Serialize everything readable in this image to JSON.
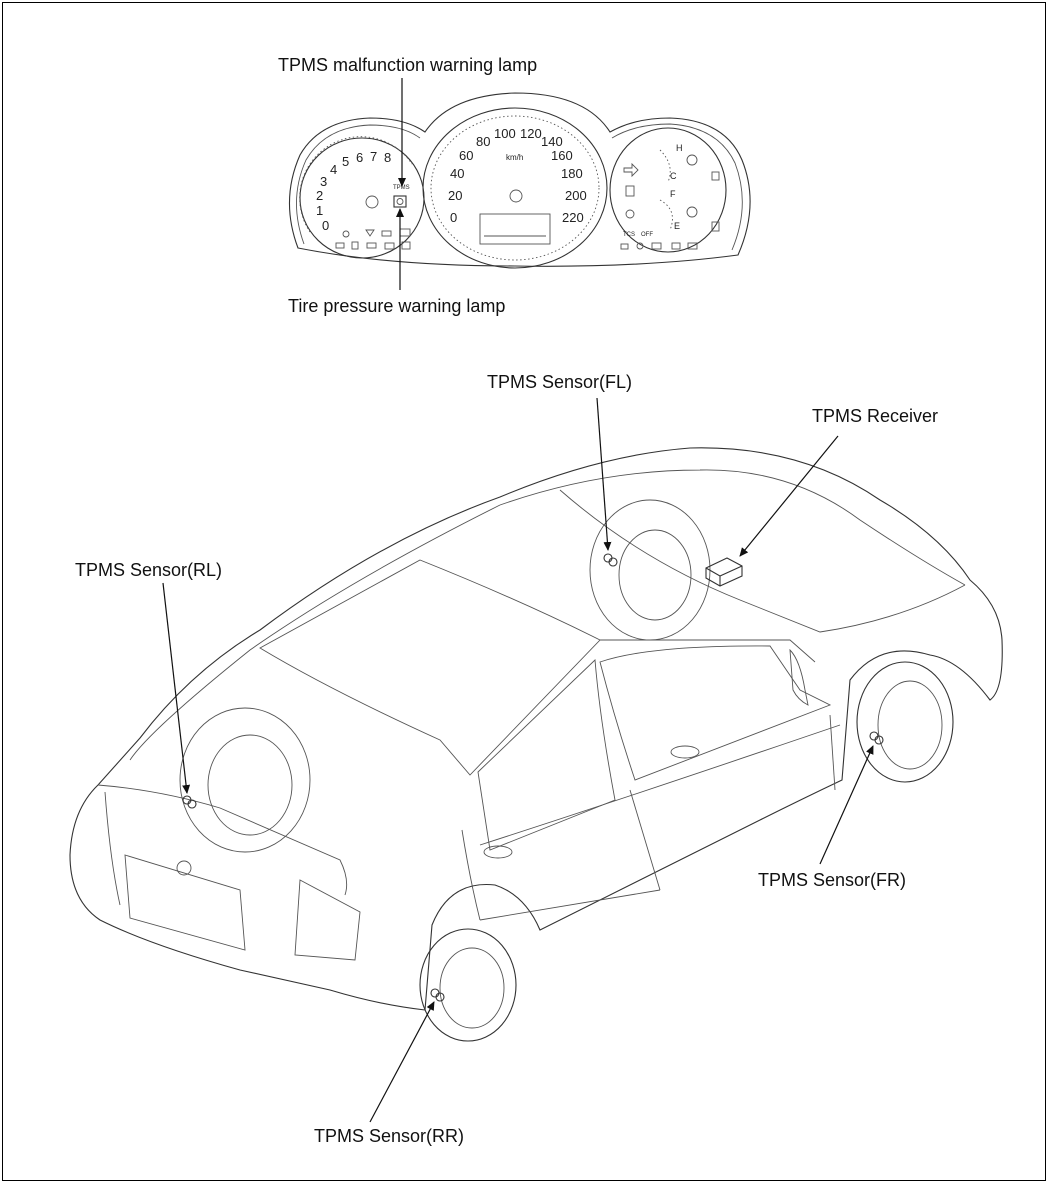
{
  "labels": {
    "malfunction_lamp": "TPMS malfunction warning lamp",
    "tire_pressure_lamp": "Tire pressure warning lamp",
    "sensor_fl": "TPMS Sensor(FL)",
    "receiver": "TPMS Receiver",
    "sensor_rl": "TPMS Sensor(RL)",
    "sensor_fr": "TPMS Sensor(FR)",
    "sensor_rr": "TPMS Sensor(RR)"
  },
  "cluster": {
    "tach_numbers": [
      "0",
      "1",
      "2",
      "3",
      "4",
      "5",
      "6",
      "7",
      "8"
    ],
    "speed_numbers": [
      "0",
      "20",
      "40",
      "60",
      "80",
      "100",
      "120",
      "140",
      "160",
      "180",
      "200",
      "220"
    ],
    "speed_unit": "km/h",
    "temp_marks": [
      "H",
      "C"
    ],
    "fuel_marks": [
      "F",
      "E"
    ],
    "tpms_tag": "TPMS",
    "tcs_label": "TCS",
    "off_label": "OFF"
  },
  "colors": {
    "line": "#333333",
    "text": "#111111",
    "background": "#ffffff"
  }
}
